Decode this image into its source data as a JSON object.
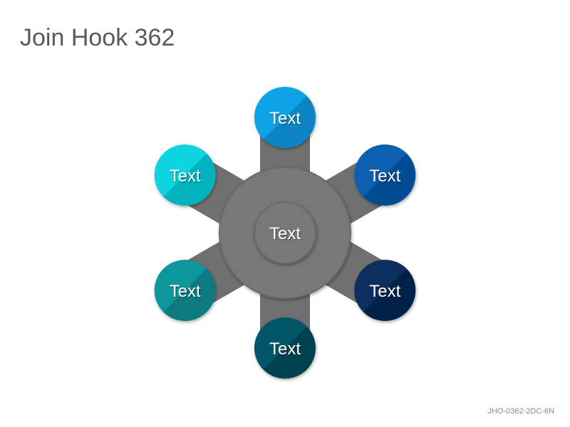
{
  "title": "Join Hook 362",
  "code": "JHO-0362-2DC-6N",
  "center": {
    "label": "Text"
  },
  "nodes": [
    {
      "label": "Text",
      "color": "#0fa3e6",
      "dark": "#0b85c4"
    },
    {
      "label": "Text",
      "color": "#075fb0",
      "dark": "#054c91"
    },
    {
      "label": "Text",
      "color": "#0a2f5f",
      "dark": "#06234a"
    },
    {
      "label": "Text",
      "color": "#045767",
      "dark": "#03434f"
    },
    {
      "label": "Text",
      "color": "#0a969c",
      "dark": "#077a80"
    },
    {
      "label": "Text",
      "color": "#08d4e0",
      "dark": "#06b3bf"
    }
  ],
  "colors": {
    "hub": "#787878",
    "hub_stroke": "#6a6a6a",
    "spoke": "#707070",
    "title": "#5a5a5a"
  }
}
